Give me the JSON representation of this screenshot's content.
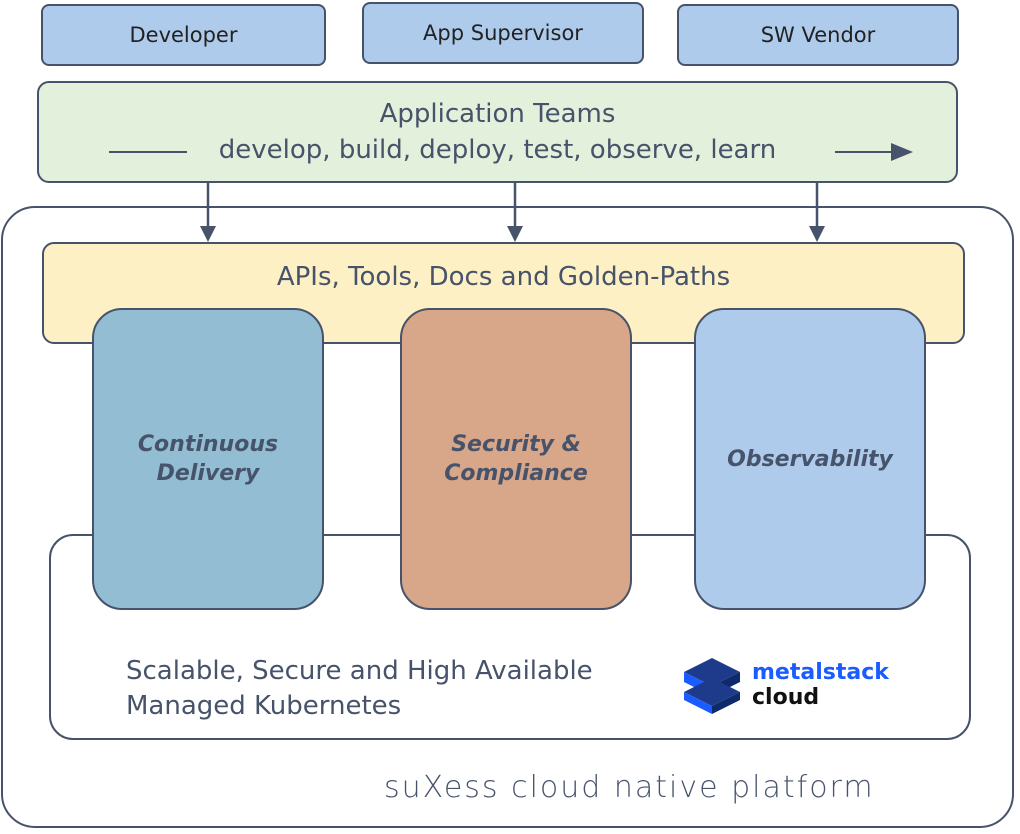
{
  "roles": [
    "Developer",
    "App Supervisor",
    "SW Vendor"
  ],
  "teams": {
    "title": "Application Teams",
    "subtitle": "develop, build, deploy, test, observe, learn"
  },
  "apis": {
    "label": "APIs, Tools, Docs and Golden-Paths"
  },
  "pillars": {
    "cd": {
      "line1": "Continuous",
      "line2": "Delivery"
    },
    "sec": {
      "line1": "Security &",
      "line2": "Compliance"
    },
    "obs": {
      "line1": "Observability"
    }
  },
  "kubernetes": {
    "line1": "Scalable, Secure and High Available",
    "line2": "Managed Kubernetes"
  },
  "metalstack": {
    "name": "metalstack",
    "sub": "cloud"
  },
  "brand": {
    "text": "suXess cloud native platform"
  },
  "colors": {
    "stroke": "#46536a",
    "role_fill": "#aecbec",
    "teams_fill": "#e3f0dc",
    "apis_fill": "#fdf0c4",
    "cd_fill": "#92bdd3",
    "sec_fill": "#d8a688",
    "obs_fill": "#aecbec",
    "metalstack_blue": "#1a5cff"
  }
}
